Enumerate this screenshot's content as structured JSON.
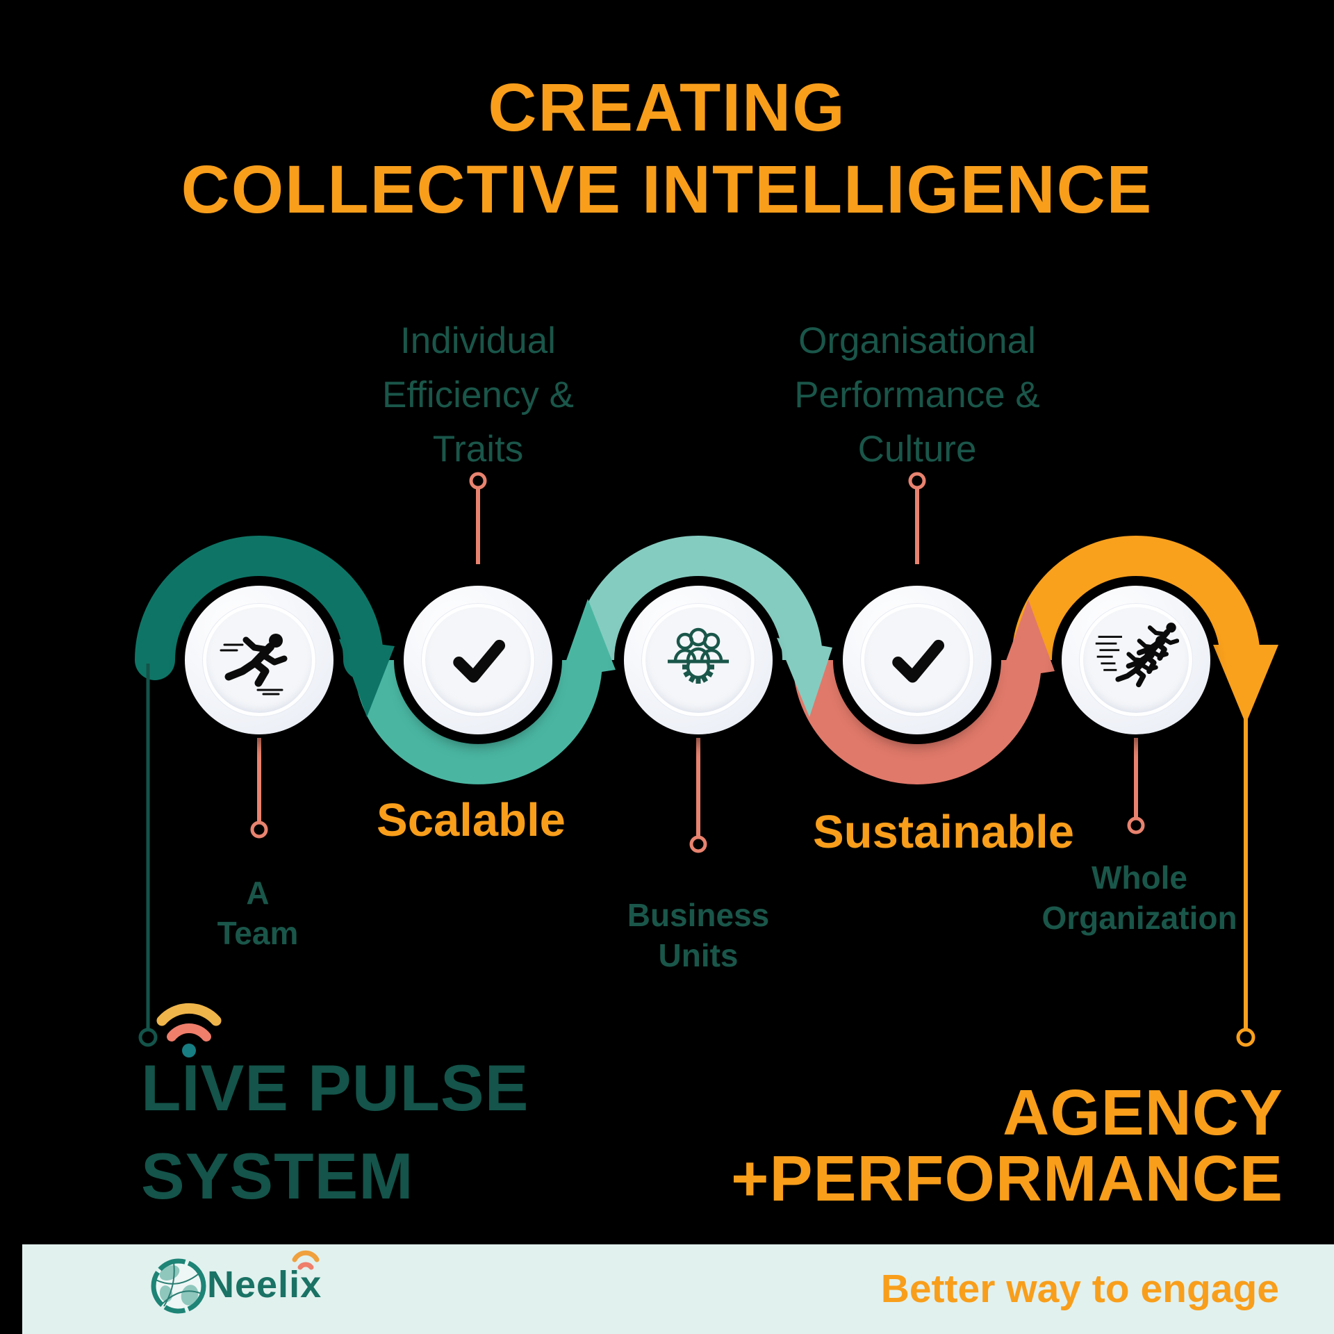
{
  "title": {
    "line1": "CREATING",
    "line2": "COLLECTIVE INTELLIGENCE"
  },
  "callouts": {
    "individual": "Individual\nEfficiency &\nTraits",
    "organisational": "Organisational\nPerformance &\nCulture"
  },
  "flow": {
    "qualities": {
      "scalable": "Scalable",
      "sustainable": "Sustainable"
    },
    "steps": [
      {
        "label": "A\nTeam",
        "icon": "runner-icon"
      },
      {
        "label": "",
        "icon": "check-icon"
      },
      {
        "label": "Business\nUnits",
        "icon": "team-gear-icon"
      },
      {
        "label": "",
        "icon": "check-icon"
      },
      {
        "label": "Whole\nOrganization",
        "icon": "runners-icon"
      }
    ]
  },
  "endpoints": {
    "left": "LIVE PULSE\nSYSTEM",
    "right": "AGENCY\n+PERFORMANCE"
  },
  "footer": {
    "brand": "Neelix",
    "tagline": "Better way to engage"
  },
  "colors": {
    "accent_orange": "#F89E1B",
    "arc_dark_teal": "#0E7566",
    "arc_medium_teal": "#4AB6A2",
    "arc_light_teal": "#85CCC0",
    "arc_coral": "#E0796A",
    "coral_line": "#E8836F",
    "dark_green_text": "#1A564A",
    "deep_green": "#14544A",
    "footer_bg": "#E1F1EE",
    "brand_teal": "#1A7265"
  }
}
